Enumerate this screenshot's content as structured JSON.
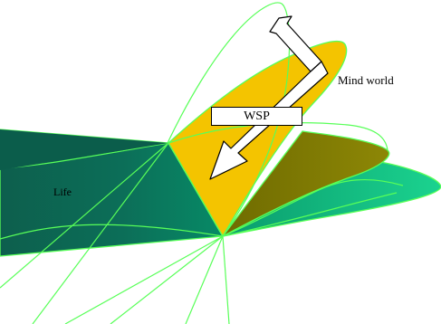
{
  "diagram": {
    "labels": {
      "mind_world": "Mind world",
      "life": "Life",
      "wsp": "WSP"
    },
    "colors": {
      "background": "#ffffff",
      "life_sheet": "#07785f",
      "life_sheet_dark": "#0b5d4b",
      "mind_world_sheet": "#f4c400",
      "olive_sheet": "#7d7702",
      "outer_sheet": "#17c48d",
      "outline": "#58ff58",
      "arrow_fill": "#ffffff",
      "arrow_stroke": "#000000"
    },
    "elements": {
      "mind_world_plane": "mind-world-plane",
      "life_plane": "life-plane",
      "wsp_arrow": "wsp-arrow",
      "upward_arrow": "upward-arrow",
      "outline_curves": "outline-curves"
    }
  }
}
